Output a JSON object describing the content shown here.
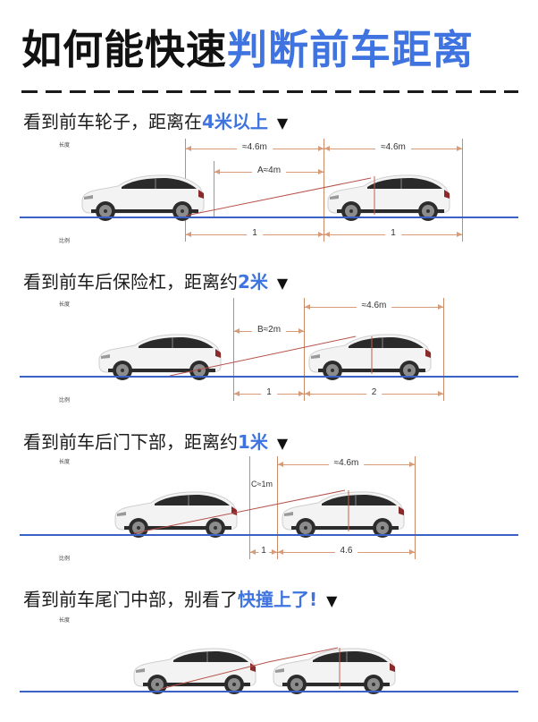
{
  "title": {
    "part_black": "如何能快速",
    "part_blue": "判断前车距离"
  },
  "colors": {
    "accent_blue": "#3f74e0",
    "ground_line": "#3a62c4",
    "dimension_line": "#d79b79",
    "sight_line": "#b5524a"
  },
  "axis_labels": {
    "top": "长度",
    "bottom": "比例"
  },
  "sections": [
    {
      "heading_plain": "看到前车轮子，距离在",
      "heading_highlight": "4米以上",
      "marker": "▼",
      "dims": {
        "car_length_left": "≈4.6m",
        "car_length_right": "≈4.6m",
        "gap": "A≈4m",
        "ratio_left": "1",
        "ratio_right": "1"
      }
    },
    {
      "heading_plain": "看到前车后保险杠，距离约",
      "heading_highlight": "2米",
      "marker": "▼",
      "dims": {
        "car_length": "≈4.6m",
        "gap": "B≈2m",
        "ratio_left": "1",
        "ratio_right": "2"
      }
    },
    {
      "heading_plain": "看到前车后门下部，距离约",
      "heading_highlight": "1米",
      "marker": "▼",
      "dims": {
        "car_length": "≈4.6m",
        "gap": "C≈1m",
        "ratio_left": "1",
        "ratio_right": "4.6"
      }
    },
    {
      "heading_plain": "看到前车尾门中部，别看了",
      "heading_highlight": "快撞上了!",
      "marker": "▼"
    }
  ]
}
